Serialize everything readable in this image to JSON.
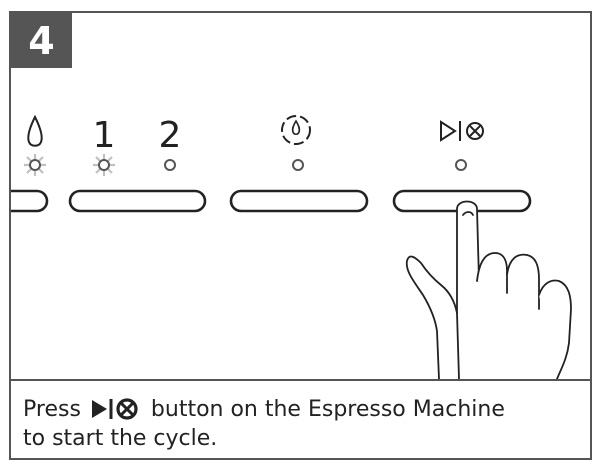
{
  "step": {
    "number": "4"
  },
  "panel": {
    "buttons": [
      {
        "id": "water",
        "icon": "water-drop-icon",
        "label": "",
        "led_on": true
      },
      {
        "id": "one-cup",
        "icon": "",
        "label": "1",
        "led_on": true
      },
      {
        "id": "two-cup",
        "icon": "",
        "label": "2",
        "led_on": false
      },
      {
        "id": "descale",
        "icon": "descale-icon",
        "label": "",
        "led_on": false
      },
      {
        "id": "start-stop",
        "icon": "play-stop-icon",
        "label": "",
        "led_on": false
      }
    ]
  },
  "caption": {
    "before_icon": "Press",
    "after_icon": "button on the Espresso Machine",
    "line2": "to start the cycle."
  },
  "colors": {
    "frame": "#555555",
    "led_glow": "#b0b0b0",
    "text": "#222222"
  }
}
